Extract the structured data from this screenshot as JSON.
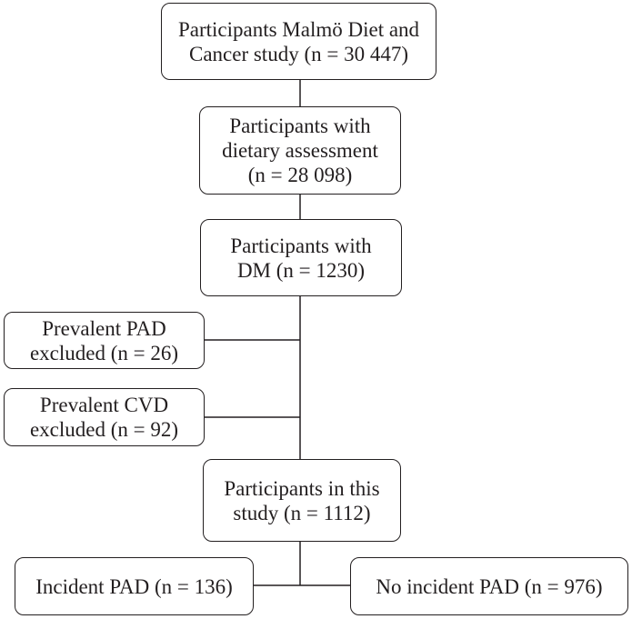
{
  "flowchart": {
    "boxes": [
      {
        "id": "participants-mdc",
        "lines": [
          "Participants Malmö Diet and",
          "Cancer study (n = 30 447)"
        ]
      },
      {
        "id": "dietary-assessment",
        "lines": [
          "Participants with",
          "dietary assessment",
          "(n = 28 098)"
        ]
      },
      {
        "id": "with-dm",
        "lines": [
          "Participants with",
          "DM (n = 1230)"
        ]
      },
      {
        "id": "prevalent-pad-excluded",
        "lines": [
          "Prevalent PAD",
          "excluded (n = 26)"
        ]
      },
      {
        "id": "prevalent-cvd-excluded",
        "lines": [
          "Prevalent CVD",
          "excluded (n = 92)"
        ]
      },
      {
        "id": "study-participants",
        "lines": [
          "Participants in this",
          "study (n = 1112)"
        ]
      },
      {
        "id": "incident-pad",
        "lines": [
          "Incident PAD (n = 136)"
        ]
      },
      {
        "id": "no-incident-pad",
        "lines": [
          "No incident PAD (n = 976)"
        ]
      }
    ],
    "connections": [
      {
        "from": "participants-mdc",
        "to": "dietary-assessment"
      },
      {
        "from": "dietary-assessment",
        "to": "with-dm"
      },
      {
        "from": "with-dm",
        "to": "study-participants"
      },
      {
        "from": "prevalent-pad-excluded",
        "to": "main-flow-line"
      },
      {
        "from": "prevalent-cvd-excluded",
        "to": "main-flow-line"
      },
      {
        "from": "study-participants",
        "to": "incident-pad"
      },
      {
        "from": "study-participants",
        "to": "no-incident-pad"
      }
    ]
  }
}
